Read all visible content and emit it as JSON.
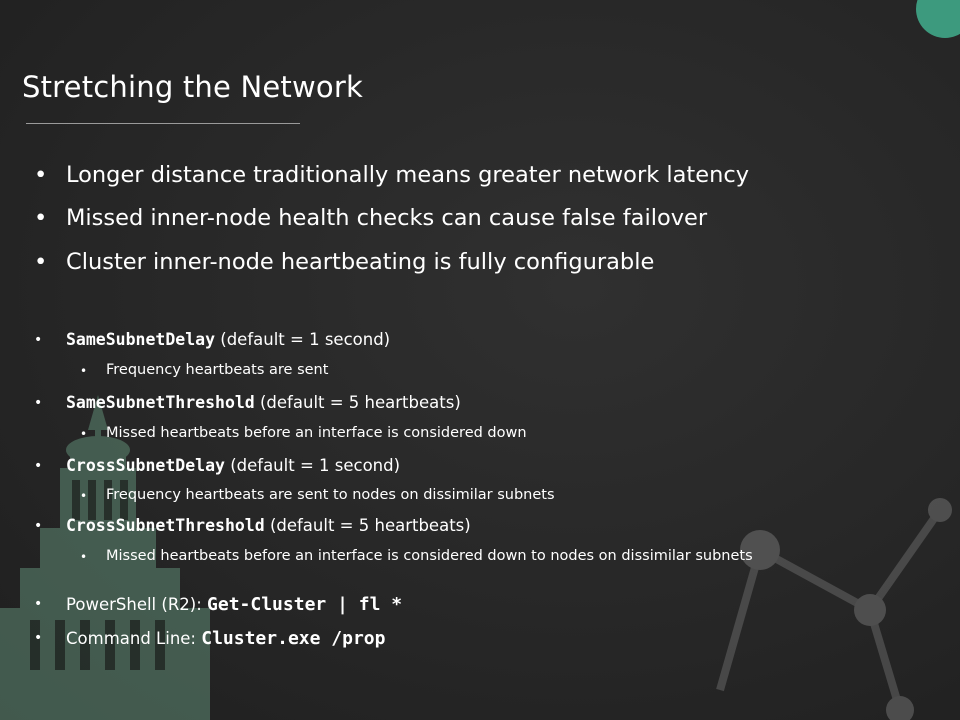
{
  "slide": {
    "title": "Stretching the Network"
  },
  "main_bullets": [
    "Longer distance traditionally means greater network latency",
    "Missed inner-node health checks can cause false failover",
    "Cluster inner-node heartbeating is fully configurable"
  ],
  "settings": [
    {
      "name": "SameSubnetDelay",
      "default": "(default = 1 second)",
      "description": "Frequency heartbeats are sent"
    },
    {
      "name": "SameSubnetThreshold",
      "default": "(default = 5 heartbeats)",
      "description": "Missed heartbeats before an interface is considered down"
    },
    {
      "name": "CrossSubnetDelay",
      "default": "(default = 1 second)",
      "description": "Frequency heartbeats are sent to nodes on dissimilar subnets"
    },
    {
      "name": "CrossSubnetThreshold",
      "default": "(default = 5 heartbeats)",
      "description": "Missed heartbeats before an interface is considered down to nodes on dissimilar subnets"
    }
  ],
  "commands": [
    {
      "label": "PowerShell (R2): ",
      "command": "Get-Cluster | fl *"
    },
    {
      "label": "Command Line: ",
      "command": "Cluster.exe /prop"
    }
  ],
  "colors": {
    "accent": "#3d9a7e",
    "background": "#2b2b2b",
    "text": "#ffffff"
  }
}
